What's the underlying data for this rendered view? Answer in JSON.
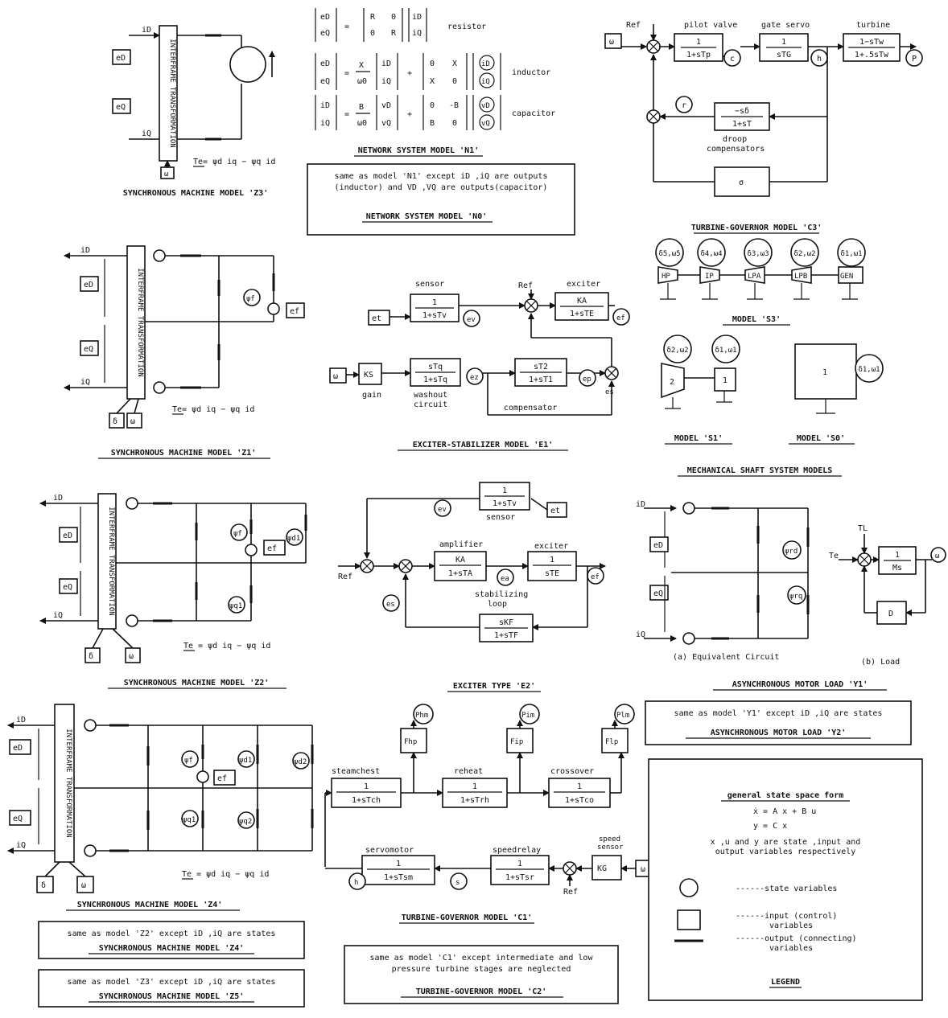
{
  "sync_z3": {
    "interframe": "INTERFRAME TRANSFORMATION",
    "i_top": "iD",
    "e_top": "eD",
    "e_bot": "eQ",
    "i_bot": "iQ",
    "omega": "ω",
    "torque_eq": "Te= ψd iq − ψq id",
    "caption": "SYNCHRONOUS MACHINE MODEL 'Z3'"
  },
  "network": {
    "resistor_lhs": [
      "eD",
      "eQ"
    ],
    "resistor_mat": [
      "R",
      "0",
      "0",
      "R"
    ],
    "resistor_vec": [
      "iD",
      "iQ"
    ],
    "resistor_label": "resistor",
    "inductor_lhs": [
      "eD",
      "eQ"
    ],
    "inductor_coef": [
      "X",
      "ω0"
    ],
    "inductor_vec": [
      "iD",
      "iQ"
    ],
    "inductor_mat": [
      "0",
      "X",
      "X",
      "0"
    ],
    "inductor_state": [
      "iD",
      "iQ"
    ],
    "inductor_label": "inductor",
    "capacitor_lhs": [
      "iD",
      "iQ"
    ],
    "capacitor_coef": [
      "B",
      "ω0"
    ],
    "capacitor_vec": [
      "vD",
      "vQ"
    ],
    "capacitor_mat": [
      "0",
      "-B",
      "B",
      "0"
    ],
    "capacitor_state": [
      "vD",
      "vQ"
    ],
    "capacitor_label": "capacitor",
    "n1_caption": "NETWORK SYSTEM MODEL 'N1'",
    "n0_text_1": "same as model 'N1' except iD ,iQ are outputs",
    "n0_text_2": "(inductor) and VD ,VQ are outputs(capacitor)",
    "n0_caption": "NETWORK SYSTEM MODEL 'N0'"
  },
  "turbine_c3": {
    "omega": "ω",
    "ref": "Ref",
    "pilot_label": "pilot valve",
    "pilot_num": "1",
    "pilot_den": "1+sTp",
    "gate_label": "gate servo",
    "gate_num": "1",
    "gate_den": "sTG",
    "turbine_label": "turbine",
    "turbine_num": "1−sTw",
    "turbine_den": "1+.5sTw",
    "state_c": "c",
    "state_h": "h",
    "state_p": "P",
    "state_r": "r",
    "droop_num": "−sδ",
    "droop_den": "1+sT",
    "droop_label_1": "droop",
    "droop_label_2": "compensators",
    "sigma": "σ",
    "caption": "TURBINE-GOVERNOR MODEL 'C3'"
  },
  "shaft": {
    "s3_bubbles": [
      "δ5,ω5",
      "δ4,ω4",
      "δ3,ω3",
      "δ2,ω2",
      "δ1,ω1"
    ],
    "s3_blocks": [
      "HP",
      "IP",
      "LPA",
      "LPB",
      "GEN"
    ],
    "s3_caption": "MODEL 'S3'",
    "s1_bubbles": [
      "δ2,ω2",
      "δ1,ω1"
    ],
    "s1_blocks": [
      "2",
      "1"
    ],
    "s1_caption": "MODEL 'S1'",
    "s0_bubble": "δ1,ω1",
    "s0_block": "1",
    "s0_caption": "MODEL 'S0'",
    "group_caption": "MECHANICAL SHAFT SYSTEM MODELS"
  },
  "sync_z1": {
    "interframe": "INTERFRAME TRANSFORMATION",
    "i_top": "iD",
    "e_top": "eD",
    "e_bot": "eQ",
    "i_bot": "iQ",
    "state_f": "ψf",
    "e_f": "ef",
    "delta": "δ",
    "omega": "ω",
    "torque_eq": "Te= ψd iq − ψq id",
    "caption": "SYNCHRONOUS MACHINE MODEL 'Z1'"
  },
  "exciter_e1": {
    "ref": "Ref",
    "input_et": "et",
    "sensor_label": "sensor",
    "sensor_num": "1",
    "sensor_den": "1+sTv",
    "state_ev": "ev",
    "exciter_label": "exciter",
    "exciter_num": "KA",
    "exciter_den": "1+sTE",
    "state_ef": "ef",
    "omega": "ω",
    "gain_block": "KS",
    "gain_label": "gain",
    "washout_num": "sTq",
    "washout_den": "1+sTq",
    "washout_label_1": "washout",
    "washout_label_2": "circuit",
    "state_ez": "ez",
    "comp_num": "sT2",
    "comp_den": "1+sT1",
    "comp_label": "compensator",
    "state_ep": "ep",
    "state_es": "es",
    "caption": "EXCITER-STABILIZER MODEL 'E1'"
  },
  "sync_z2": {
    "interframe": "INTERFRAME TRANSFORMATION",
    "i_top": "iD",
    "e_top": "eD",
    "e_bot": "eQ",
    "i_bot": "iQ",
    "state_f": "ψf",
    "state_d1": "ψd1",
    "state_q1": "ψq1",
    "e_f": "ef",
    "delta": "δ",
    "omega": "ω",
    "torque_eq": "Te = ψd iq − ψq id",
    "caption": "SYNCHRONOUS MACHINE MODEL 'Z2'"
  },
  "exciter_e2": {
    "ref": "Ref",
    "sensor_num": "1",
    "sensor_den": "1+sTv",
    "sensor_label": "sensor",
    "state_ev": "ev",
    "input_et": "et",
    "amp_label": "amplifier",
    "amp_num": "KA",
    "amp_den": "1+sTA",
    "state_ea": "ea",
    "exc_label": "exciter",
    "exc_num": "1",
    "exc_den": "sTE",
    "state_ef": "ef",
    "stab_label_1": "stabilizing",
    "stab_label_2": "loop",
    "state_es": "es",
    "stab_num": "sKF",
    "stab_den": "1+sTF",
    "caption": "EXCITER TYPE 'E2'"
  },
  "async_y1": {
    "i_top": "iD",
    "e_top": "eD",
    "e_bot": "eQ",
    "i_bot": "iQ",
    "state_rd": "ψrd",
    "state_rq": "ψrq",
    "equiv_label": "(a) Equivalent Circuit",
    "tl": "TL",
    "te": "Te",
    "m_num": "1",
    "m_den": "Ms",
    "omega": "ω",
    "d_block": "D",
    "load_label": "(b) Load",
    "caption": "ASYNCHRONOUS MOTOR LOAD 'Y1'"
  },
  "async_y2": {
    "text": "same as model 'Y1' except iD ,iQ are states",
    "caption": "ASYNCHRONOUS MOTOR LOAD 'Y2'"
  },
  "sync_z4": {
    "interframe": "INTERFRAME TRANSFORMATION",
    "i_top": "iD",
    "e_top": "eD",
    "e_bot": "eQ",
    "i_bot": "iQ",
    "state_f": "ψf",
    "state_d1": "ψd1",
    "state_d2": "ψd2",
    "state_q1": "ψq1",
    "state_q2": "ψq2",
    "e_f": "ef",
    "delta": "δ",
    "omega": "ω",
    "torque_eq": "Te = ψd iq − ψq id",
    "caption": "SYNCHRONOUS MACHINE MODEL 'Z4'"
  },
  "turbine_c1": {
    "steam_label": "steamchest",
    "steam_num": "1",
    "steam_den": "1+sTch",
    "reheat_label": "reheat",
    "reheat_num": "1",
    "reheat_den": "1+sTrh",
    "cross_label": "crossover",
    "cross_num": "1",
    "cross_den": "1+sTco",
    "hp_frac": "Fhp",
    "hp_out": "Phm",
    "ip_frac": "Fip",
    "ip_out": "Pim",
    "lp_frac": "Flp",
    "lp_out": "Plm",
    "servo_label": "servomotor",
    "servo_num": "1",
    "servo_den": "1+sTsm",
    "relay_label": "speedrelay",
    "relay_num": "1",
    "relay_den": "1+sTsr",
    "sensor_label_1": "speed",
    "sensor_label_2": "sensor",
    "sensor_block": "KG",
    "state_h": "h",
    "state_s": "s",
    "omega": "ω",
    "ref": "Ref",
    "caption": "TURBINE-GOVERNOR MODEL 'C1'"
  },
  "legend": {
    "title": "general state space form",
    "eq1": "ẋ = A x + B u",
    "eq2": "y = C x",
    "desc_1": "x ,u and y are state ,input and",
    "desc_2": "output variables respectively",
    "state_label": "------state variables",
    "input_label_1": "------input (control)",
    "input_label_2": "variables",
    "output_label_1": "------output (connecting)",
    "output_label_2": "variables",
    "caption": "LEGEND"
  },
  "sync_z5_note": {
    "text": "same as model 'Z2' except iD ,iQ are states",
    "caption": "SYNCHRONOUS MACHINE MODEL 'Z4'"
  },
  "sync_z6_note": {
    "text": "same as model 'Z3' except iD ,iQ are states",
    "caption": "SYNCHRONOUS MACHINE MODEL 'Z5'"
  },
  "turbine_c2": {
    "text_1": "same as model 'C1' except intermediate and low",
    "text_2": "pressure turbine stages are neglected",
    "caption": "TURBINE-GOVERNOR MODEL 'C2'"
  }
}
